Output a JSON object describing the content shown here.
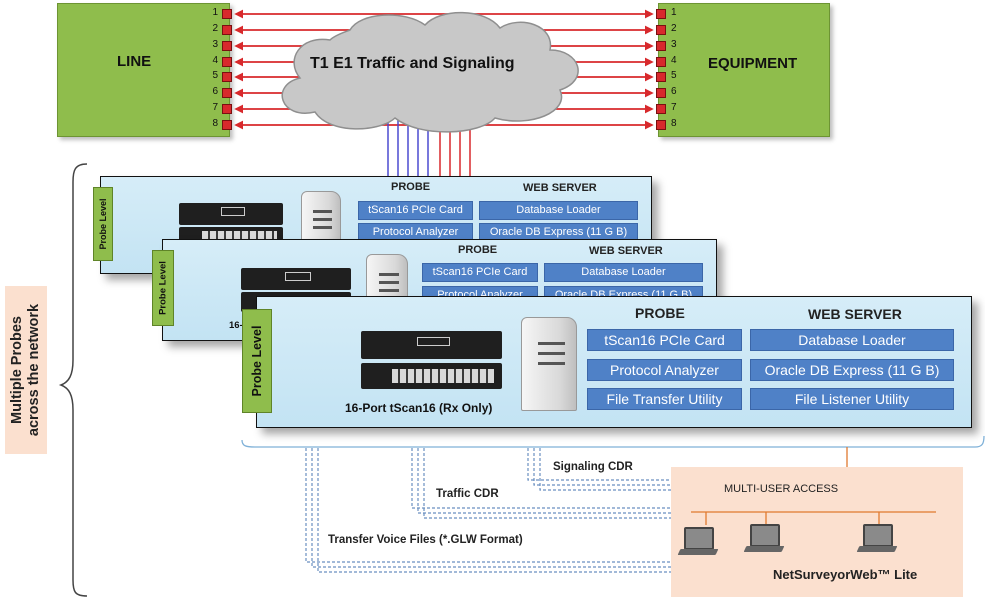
{
  "top": {
    "line_label": "LINE",
    "equipment_label": "EQUIPMENT",
    "cloud_label": "T1 E1 Traffic and Signaling",
    "port_numbers": [
      "1",
      "2",
      "3",
      "4",
      "5",
      "6",
      "7",
      "8"
    ]
  },
  "probe_side": {
    "label_line1": "Multiple Probes",
    "label_line2": "across the network"
  },
  "panels": {
    "probe_level": "Probe Level",
    "probe_header": "PROBE",
    "web_server_header": "WEB SERVER",
    "probe_items": [
      "tScan16 PCIe Card",
      "Protocol Analyzer",
      "File Transfer Utility"
    ],
    "web_items": [
      "Database Loader",
      "Oracle DB Express (11 G B)",
      "File Listener Utility"
    ],
    "device_caption": "16-Port tScan16 (Rx Only)",
    "device_caption_partial": "16-"
  },
  "flows": {
    "signaling": "Signaling CDR",
    "traffic": "Traffic CDR",
    "voice": "Transfer  Voice Files (*.GLW Format)"
  },
  "multi_user": {
    "title": "MULTI-USER ACCESS",
    "product": "NetSurveyorWeb™ Lite"
  },
  "colors": {
    "green": "#8fbd4c",
    "red_link": "#d8292c",
    "panel_blue": "#c9e6f5",
    "item_blue": "#4f81c7",
    "peach": "#fbe0cf"
  }
}
